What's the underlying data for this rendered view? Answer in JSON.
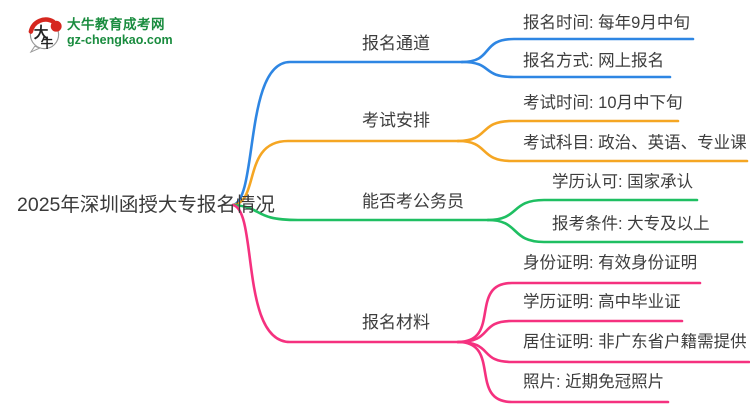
{
  "logo": {
    "icon_char1": "大",
    "icon_char2": "牛",
    "title": "大牛教育成考网",
    "subtitle": "gz-chengkao.com",
    "brand_green": "#1a8c3f",
    "brand_red": "#d6271f"
  },
  "root": {
    "label": "2025年深圳函授大专报名情况"
  },
  "branches": [
    {
      "label": "报名通道",
      "color": "#2e86e3",
      "children": [
        {
          "label": "报名时间: 每年9月中旬"
        },
        {
          "label": "报名方式: 网上报名"
        }
      ]
    },
    {
      "label": "考试安排",
      "color": "#f5a623",
      "children": [
        {
          "label": "考试时间: 10月中下旬"
        },
        {
          "label": "考试科目: 政治、英语、专业课"
        }
      ]
    },
    {
      "label": "能否考公务员",
      "color": "#1fbf62",
      "children": [
        {
          "label": "学历认可: 国家承认"
        },
        {
          "label": "报考条件: 大专及以上"
        }
      ]
    },
    {
      "label": "报名材料",
      "color": "#f5317f",
      "children": [
        {
          "label": "身份证明: 有效身份证明"
        },
        {
          "label": "学历证明: 高中毕业证"
        },
        {
          "label": "居住证明: 非广东省户籍需提供"
        },
        {
          "label": "照片: 近期免冠照片"
        }
      ]
    }
  ]
}
